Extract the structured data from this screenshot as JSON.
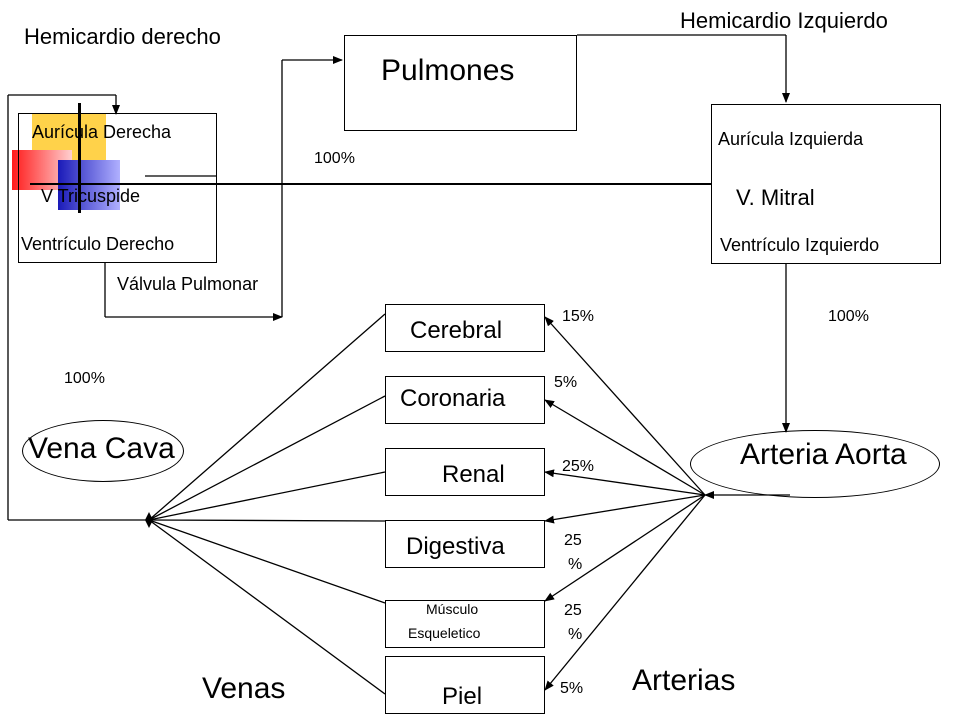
{
  "headings": {
    "left_heart": "Hemicardio derecho",
    "right_heart": "Hemicardio Izquierdo",
    "veins": "Venas",
    "arteries": "Arterias"
  },
  "lungs": {
    "label": "Pulmones"
  },
  "right_heart_box": {
    "atrium": "Aurícula Derecha",
    "valve": "V Tricuspide",
    "ventricle": "Ventrículo Derecho"
  },
  "left_heart_box": {
    "atrium": "Aurícula Izquierda",
    "valve": "V. Mitral",
    "ventricle": "Ventrículo Izquierdo"
  },
  "pulmonary_valve": "Válvula Pulmonar",
  "vena_cava": "Vena Cava",
  "aorta": "Arteria Aorta",
  "percentages": {
    "lungs_flow": "100%",
    "vena_cava_flow": "100%",
    "aorta_flow": "100%"
  },
  "organs": [
    {
      "name": "Cerebral",
      "percent": "15%"
    },
    {
      "name": "Coronaria",
      "percent": "5%"
    },
    {
      "name": "Renal",
      "percent": "25%"
    },
    {
      "name": "Digestiva",
      "percent_line1": "25",
      "percent_line2": "%"
    },
    {
      "name_line1": "Músculo",
      "name_line2": "Esqueletico",
      "percent_line1": "25",
      "percent_line2": "%"
    },
    {
      "name": "Piel",
      "percent": "5%"
    }
  ],
  "colors": {
    "line": "#000000",
    "deco_yellow": "#ffd24a",
    "deco_red": "#ff2a2a",
    "deco_blue": "#2020c0"
  }
}
